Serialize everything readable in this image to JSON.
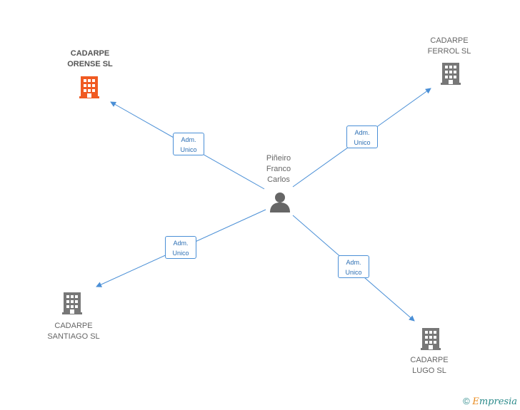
{
  "person": {
    "name_lines": [
      "Piñeiro",
      "Franco",
      "Carlos"
    ],
    "icon": "person-icon"
  },
  "companies": [
    {
      "id": "orense",
      "name_lines": [
        "CADARPE",
        "ORENSE SL"
      ],
      "highlight": true,
      "color": "#f05a22",
      "icon": "building-icon"
    },
    {
      "id": "ferrol",
      "name_lines": [
        "CADARPE",
        "FERROL  SL"
      ],
      "highlight": false,
      "color": "#777777",
      "icon": "building-icon"
    },
    {
      "id": "santiago",
      "name_lines": [
        "CADARPE",
        "SANTIAGO  SL"
      ],
      "highlight": false,
      "color": "#777777",
      "icon": "building-icon"
    },
    {
      "id": "lugo",
      "name_lines": [
        "CADARPE",
        "LUGO SL"
      ],
      "highlight": false,
      "color": "#777777",
      "icon": "building-icon"
    }
  ],
  "relations": [
    {
      "to": "orense",
      "lines": [
        "Adm.",
        "Unico"
      ]
    },
    {
      "to": "ferrol",
      "lines": [
        "Adm.",
        "Unico"
      ]
    },
    {
      "to": "santiago",
      "lines": [
        "Adm.",
        "Unico"
      ]
    },
    {
      "to": "lugo",
      "lines": [
        "Adm.",
        "Unico"
      ]
    }
  ],
  "colors": {
    "edge": "#4a8fd6",
    "relation_text": "#2d6fb4"
  },
  "footer": {
    "copyright": "©",
    "brand_initial": "E",
    "brand_rest": "mpresia"
  }
}
